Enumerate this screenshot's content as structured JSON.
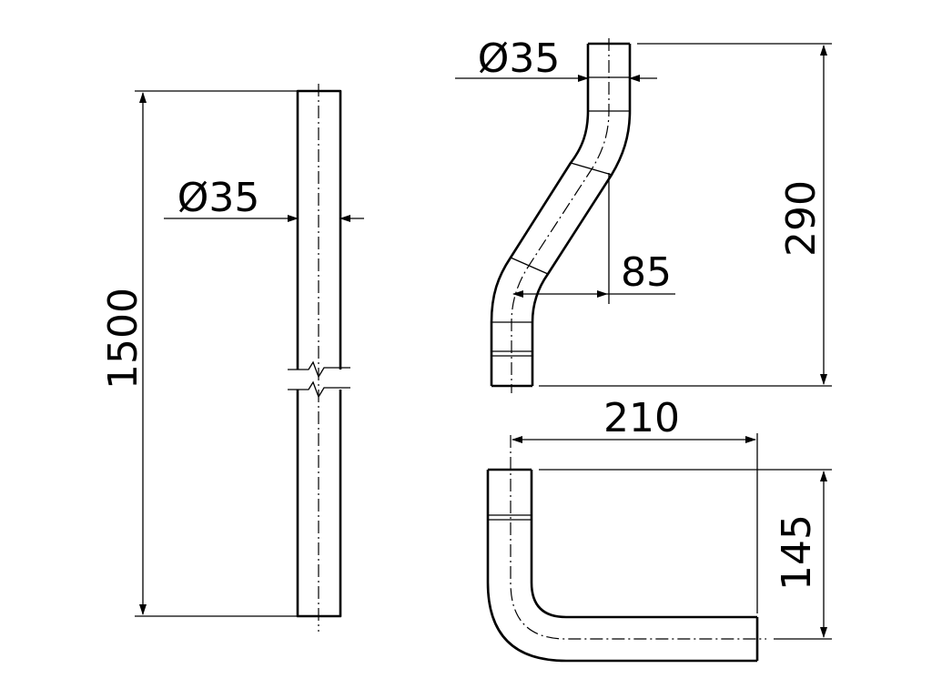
{
  "title": "",
  "labels": {
    "straight_length": "1500",
    "straight_diameter": "Ø35",
    "s_bend_diameter": "Ø35",
    "s_bend_height": "290",
    "s_bend_offset": "85",
    "elbow_length": "210",
    "elbow_height": "145"
  },
  "colors": {
    "line": "#000000",
    "background": "#ffffff"
  }
}
